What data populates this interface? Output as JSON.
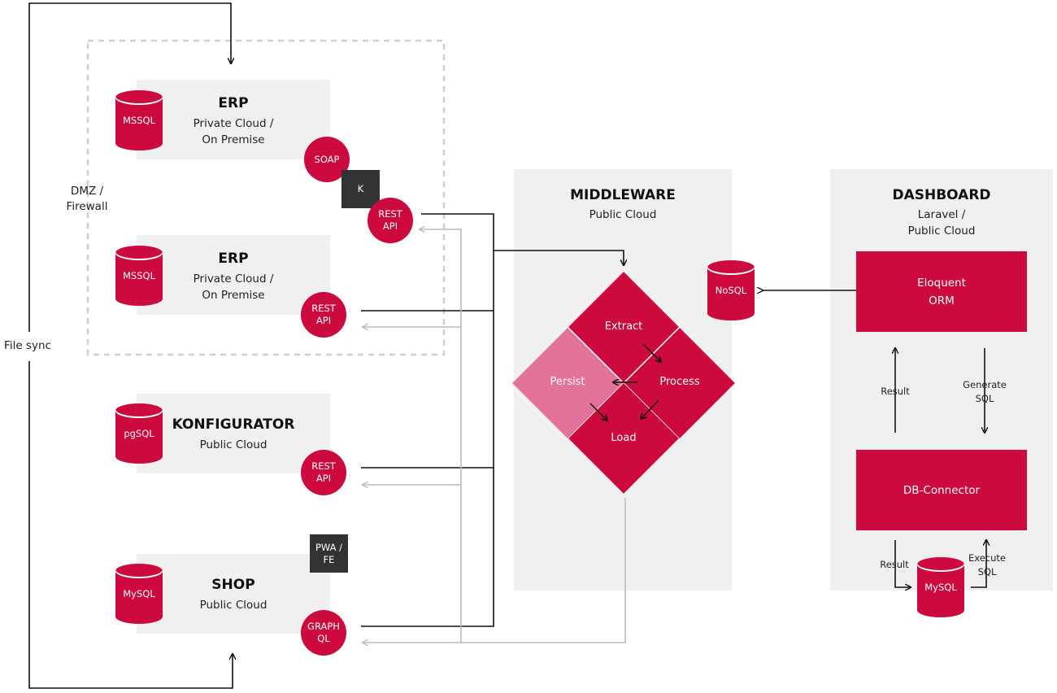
{
  "left_labels": {
    "file_sync": "File sync",
    "dmz_line1": "DMZ /",
    "dmz_line2": "Firewall"
  },
  "erp1": {
    "title": "ERP",
    "sub1": "Private Cloud /",
    "sub2": "On Premise",
    "db": "MSSQL",
    "soap": "SOAP",
    "k": "K",
    "rest1": "REST",
    "rest2": "API"
  },
  "erp2": {
    "title": "ERP",
    "sub1": "Private Cloud /",
    "sub2": "On Premise",
    "db": "MSSQL",
    "rest1": "REST",
    "rest2": "API"
  },
  "konfigurator": {
    "title": "KONFIGURATOR",
    "sub": "Public Cloud",
    "db": "pgSQL",
    "rest1": "REST",
    "rest2": "API"
  },
  "shop": {
    "title": "SHOP",
    "sub": "Public Cloud",
    "db": "MySQL",
    "pwa1": "PWA /",
    "pwa2": "FE",
    "gql1": "GRAPH",
    "gql2": "QL"
  },
  "middleware": {
    "title": "MIDDLEWARE",
    "sub": "Public Cloud",
    "nosql": "NoSQL",
    "extract": "Extract",
    "process": "Process",
    "persist": "Persist",
    "load": "Load"
  },
  "dashboard": {
    "title": "DASHBOARD",
    "sub1": "Laravel /",
    "sub2": "Public Cloud",
    "orm1": "Eloquent",
    "orm2": "ORM",
    "connector": "DB-Connector",
    "result_upper": "Result",
    "gen1": "Generate",
    "gen2": "SQL",
    "result_lower": "Result",
    "exec1": "Execute",
    "exec2": "SQL",
    "db": "MySQL"
  },
  "colors": {
    "accent": "#cc0a3d",
    "accent_light": "#e27299",
    "panel": "#f0f0f0",
    "dark": "#333333"
  }
}
